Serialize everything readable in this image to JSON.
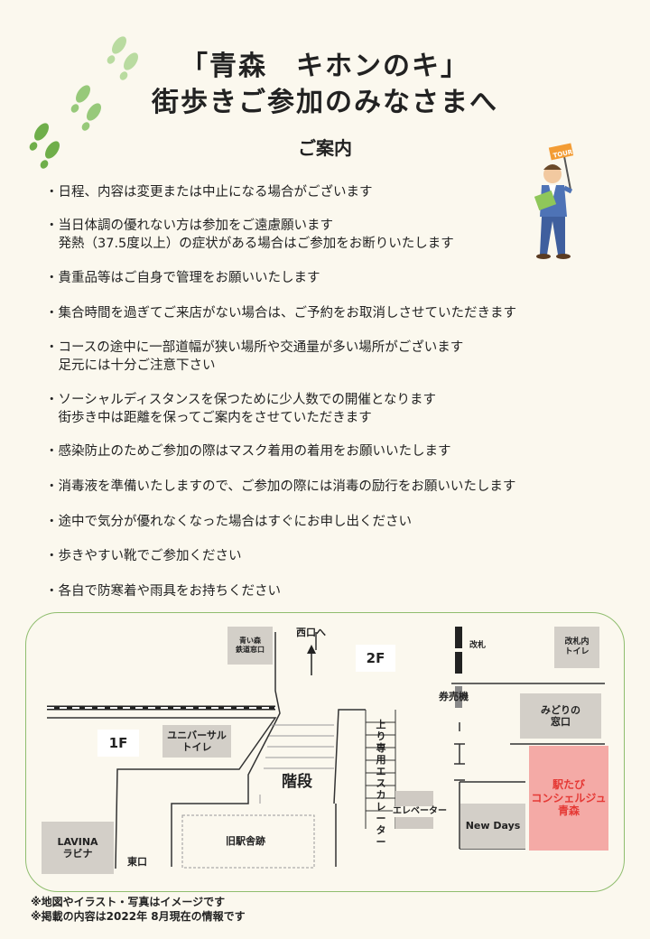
{
  "header": {
    "title_line1": "「青森　キホンのキ」",
    "title_line2": "街歩きご参加のみなさまへ",
    "subtitle": "ご案内"
  },
  "illustration": {
    "flag_text": "TOUR"
  },
  "notices": [
    {
      "text": "・日程、内容は変更または中止になる場合がございます"
    },
    {
      "text": "・当日体調の優れない方は参加をご遠慮願います\n　発熱（37.5度以上）の症状がある場合はご参加をお断りいたします"
    },
    {
      "text": "・貴重品等はご自身で管理をお願いいたします"
    },
    {
      "text": "・集合時間を過ぎてご来店がない場合は、ご予約をお取消しさせていただきます"
    },
    {
      "text": "・コースの途中に一部道幅が狭い場所や交通量が多い場所がございます\n　足元には十分ご注意下さい"
    },
    {
      "text": "・ソーシャルディスタンスを保つために少人数での開催となります\n　街歩き中は距離を保ってご案内をさせていただきます"
    },
    {
      "text": "・感染防止のためご参加の際はマスク着用の着用をお願いいたします"
    },
    {
      "text": "・消毒液を準備いたしますので、ご参加の際には消毒の励行をお願いいたします"
    },
    {
      "text": "・途中で気分が優れなくなった場合はすぐにお申し出ください"
    },
    {
      "text": "・歩きやすい靴でご参加ください"
    },
    {
      "text": "・各自で防寒着や雨具をお持ちください"
    }
  ],
  "map": {
    "aoimori": "青い森\n鉄道窓口",
    "nishiguchi": "西口へ",
    "floor2": "2F",
    "kaisatsu": "改札",
    "kaisatsu_toilet": "改札内\nトイレ",
    "kenbaiki": "券売機",
    "midori": "みどりの\n窓口",
    "floor1": "1F",
    "universal_toilet": "ユニバーサル\nトイレ",
    "escalator": "上り専用エスカレーター",
    "kaidan": "階段",
    "elevator": "エレベーター",
    "newdays": "New Days",
    "concierge": "駅たび\nコンシェルジュ\n青森",
    "kyu_ekisha": "旧駅舎跡",
    "lavina": "LAVINA\nラビナ",
    "higashiguchi": "東口"
  },
  "footer": {
    "note1": "※地図やイラスト・写真はイメージです",
    "note2": "※掲載の内容は2022年 8月現在の情報です"
  },
  "colors": {
    "background": "#fbf8ee",
    "footprint_green": "#7cb342",
    "concierge_bg": "#f4aaa6",
    "concierge_text": "#e53935",
    "map_border": "#8fbd6e",
    "box_gray": "#d3cfc8"
  }
}
